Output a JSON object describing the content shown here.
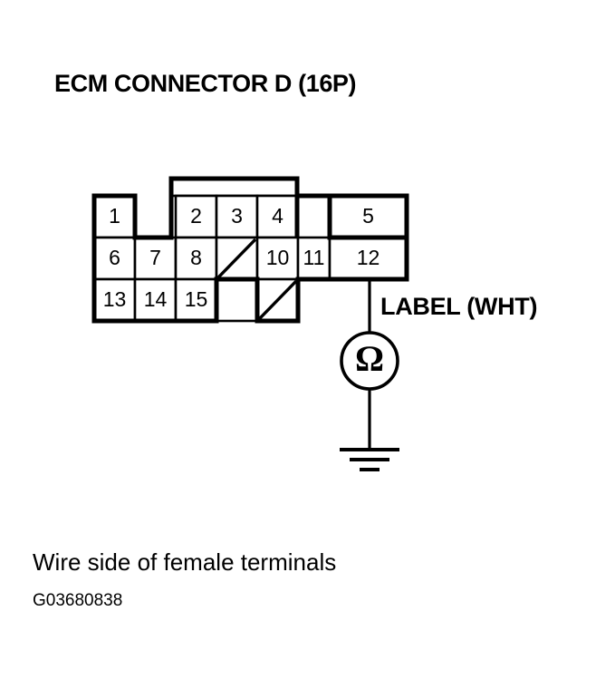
{
  "document": {
    "title": "ECM CONNECTOR D (16P)",
    "caption": "Wire side of female terminals",
    "figure_id": "G03680838"
  },
  "colors": {
    "background": "#ffffff",
    "ink": "#000000"
  },
  "connector": {
    "name": "ECM CONNECTOR D",
    "pin_count_label": "(16P)",
    "view": "Wire side of female terminals",
    "rows": [
      {
        "row_index": 0,
        "cells": [
          {
            "pin": "1",
            "col": 0,
            "span": 1,
            "type": "pin"
          },
          {
            "pin": "",
            "col": 1,
            "span": 1,
            "type": "gap"
          },
          {
            "pin": "2",
            "col": 2,
            "span": 1,
            "type": "pin"
          },
          {
            "pin": "3",
            "col": 3,
            "span": 1,
            "type": "pin"
          },
          {
            "pin": "4",
            "col": 4,
            "span": 1,
            "type": "pin"
          },
          {
            "pin": "",
            "col": 5,
            "span": 1,
            "type": "gap"
          },
          {
            "pin": "5",
            "col": 6,
            "span": 2,
            "type": "pin"
          }
        ]
      },
      {
        "row_index": 1,
        "cells": [
          {
            "pin": "6",
            "col": 0,
            "span": 1,
            "type": "pin"
          },
          {
            "pin": "7",
            "col": 1,
            "span": 1,
            "type": "pin"
          },
          {
            "pin": "8",
            "col": 2,
            "span": 1,
            "type": "pin"
          },
          {
            "pin": "",
            "col": 3,
            "span": 1,
            "type": "blank-diagonal"
          },
          {
            "pin": "10",
            "col": 4,
            "span": 1,
            "type": "pin"
          },
          {
            "pin": "11",
            "col": 5,
            "span": 1,
            "type": "pin"
          },
          {
            "pin": "12",
            "col": 6,
            "span": 2,
            "type": "pin",
            "wired": true
          }
        ]
      },
      {
        "row_index": 2,
        "cells": [
          {
            "pin": "13",
            "col": 0,
            "span": 1,
            "type": "pin"
          },
          {
            "pin": "14",
            "col": 1,
            "span": 1,
            "type": "pin"
          },
          {
            "pin": "15",
            "col": 2,
            "span": 1,
            "type": "pin"
          },
          {
            "pin": "",
            "col": 3,
            "span": 1,
            "type": "notch"
          },
          {
            "pin": "",
            "col": 4,
            "span": 1,
            "type": "blank-diagonal"
          }
        ]
      }
    ]
  },
  "circuit": {
    "wire_label": "LABEL (WHT)",
    "wire_color_code": "WHT",
    "source_pin": "12",
    "meter": {
      "symbol": "Ω",
      "name": "ohmmeter"
    },
    "termination": "chassis-ground"
  }
}
